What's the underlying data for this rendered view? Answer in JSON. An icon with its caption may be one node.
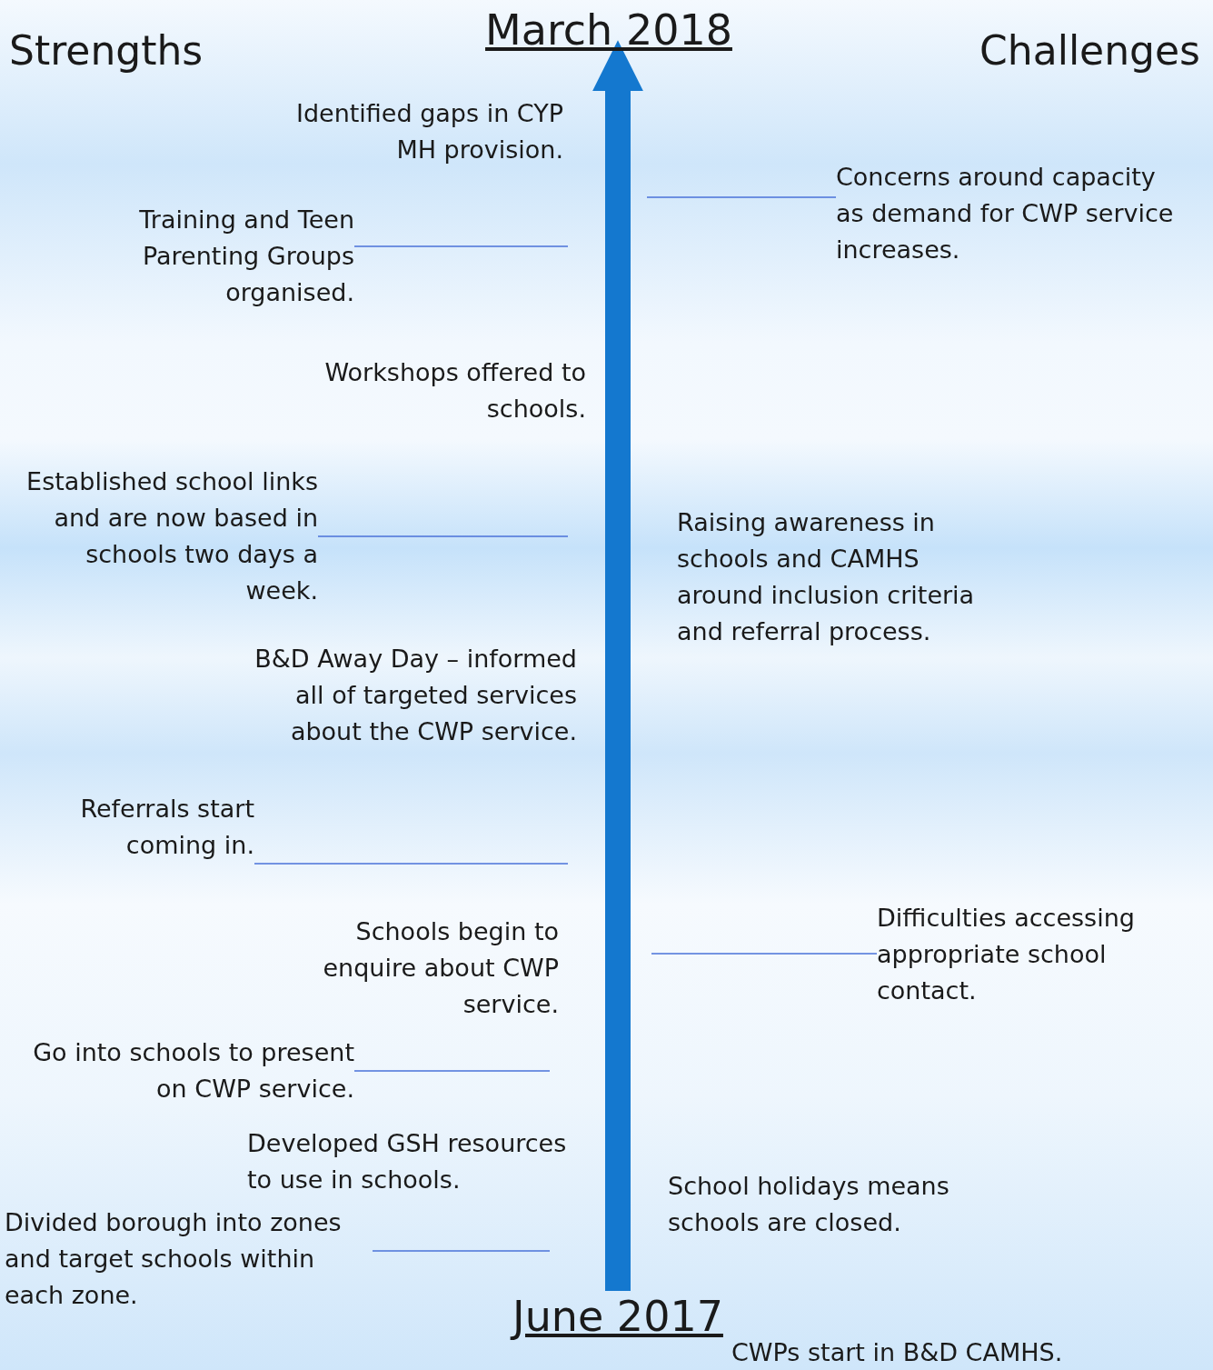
{
  "diagram": {
    "nodes": [
      {
        "text": [
          "March 2018"
        ]
      },
      {
        "text": [
          "Identified gaps in CYP MH provision."
        ]
      },
      {
        "text": [
          "Concerns around capacity as demand for CWP service increases."
        ]
      },
      {
        "text": [
          "Training and Teen Parenting Groups organised."
        ]
      },
      {
        "text": [
          "Workshops offered to schools."
        ]
      },
      {
        "text": [
          "Established school links and are now based in schools two days a week."
        ]
      },
      {
        "text": [
          "Raising awareness in schools and CAMHS around inclusion criteria and referral process."
        ]
      },
      {
        "text": [
          "B&D Away Day – informed all of targeted services about the CWP service."
        ]
      },
      {
        "text": [
          "Referrals start coming in."
        ]
      },
      {
        "text": [
          "Difficulties accessing appropriate school contact."
        ]
      },
      {
        "text": [
          "Schools begin to enquire about CWP service."
        ]
      },
      {
        "text": [
          "Go into schools to present on CWP service."
        ]
      },
      {
        "text": [
          "Developed GSH resources to use in schools."
        ]
      },
      {
        "text": [
          "School holidays means schools are closed."
        ]
      },
      {
        "text": [
          "Divided borough into zones and target schools within each zone."
        ]
      },
      {
        "text": [
          "June 2017"
        ]
      },
      {
        "text": [
          "CWPs start in B&D CAMHS."
        ]
      }
    ],
    "edges": [
      {
        "from": 15,
        "to": 0,
        "arrow": "to",
        "style": "thick",
        "color": "#1478cf"
      },
      {
        "from": 3,
        "to": null,
        "arrow": "none"
      },
      {
        "from": 2,
        "to": null,
        "arrow": "none"
      },
      {
        "from": 5,
        "to": null,
        "arrow": "none"
      },
      {
        "from": 8,
        "to": null,
        "arrow": "none"
      },
      {
        "from": 9,
        "to": null,
        "arrow": "none"
      },
      {
        "from": 11,
        "to": null,
        "arrow": "none"
      },
      {
        "from": 14,
        "to": null,
        "arrow": "none"
      }
    ],
    "labels": [
      "Strengths",
      "Challenges"
    ]
  }
}
